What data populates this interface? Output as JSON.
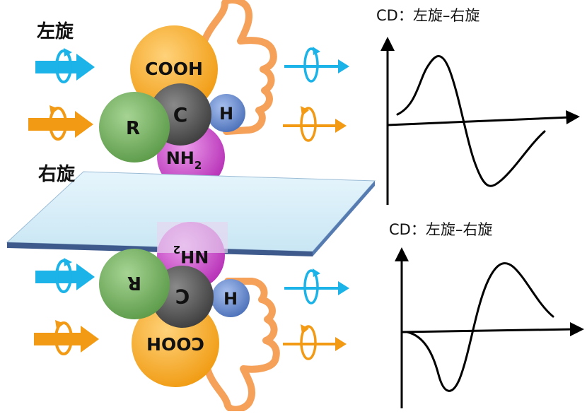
{
  "labels": {
    "left_rotation": "左旋",
    "right_rotation": "右旋",
    "cd_top": "CD：左旋–右旋",
    "cd_bottom": "CD：左旋–右旋"
  },
  "molecule_top": {
    "carboxyl": "COOH",
    "carbon": "C",
    "r_group": "R",
    "hydrogen": "H",
    "amine": "NH",
    "amine_subscript": "2"
  },
  "molecule_mirror": {
    "carboxyl": "COOH",
    "carbon": "C",
    "r_group": "R",
    "hydrogen": "H",
    "amine": "NH",
    "amine_subscript": "2"
  },
  "colors": {
    "blue_arrow": "#1bb3e8",
    "orange_arrow": "#f39a14",
    "cooh": "#f7a81b",
    "carbon": "#5a5a5a",
    "r_group": "#77b364",
    "hydrogen": "#6d8fcf",
    "amine": "#cc44cc",
    "hand": "#f5a15a",
    "mirror_face": "#d7eef8",
    "mirror_edge": "#3e5a8c"
  },
  "icons": {
    "circular_polarized_arrow": "rotating-arrow-icon",
    "thumb_hand": "thumb-up-hand-icon"
  }
}
